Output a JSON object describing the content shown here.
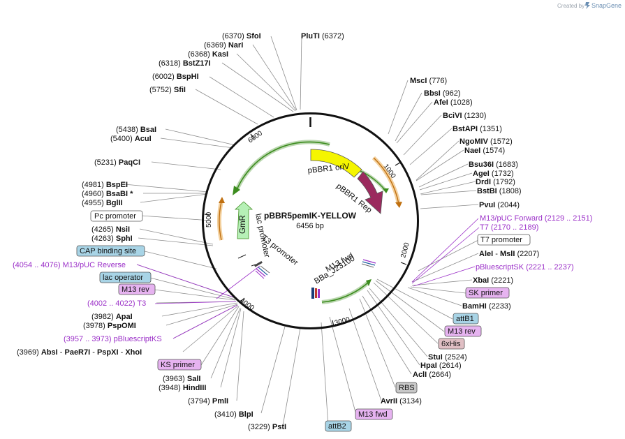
{
  "header": {
    "created_by": "Created by",
    "brand": "SnapGene"
  },
  "plasmid": {
    "name": "pBBR5pemIK-YELLOW",
    "size": "6456 bp"
  },
  "ring_ticks": [
    "1000",
    "2000",
    "3000",
    "4000",
    "5000",
    "6000"
  ],
  "left_labels": [
    {
      "pos": "(6370)",
      "name": "SfoI"
    },
    {
      "pos": "(6369)",
      "name": "NarI"
    },
    {
      "pos": "(6368)",
      "name": "KasI"
    },
    {
      "pos": "(6318)",
      "name": "BstZ17I"
    },
    {
      "pos": "(6002)",
      "name": "BspHI"
    },
    {
      "pos": "(5752)",
      "name": "SfiI"
    },
    {
      "pos": "(5438)",
      "name": "BsaI"
    },
    {
      "pos": "(5400)",
      "name": "AcuI"
    },
    {
      "pos": "(5231)",
      "name": "PaqCI"
    },
    {
      "pos": "(4981)",
      "name": "BspEI"
    },
    {
      "pos": "(4960)",
      "name": "BsaBI *"
    },
    {
      "pos": "(4955)",
      "name": "BglII"
    },
    {
      "pos": "(4265)",
      "name": "NsiI"
    },
    {
      "pos": "(4263)",
      "name": "SphI"
    },
    {
      "pos": "(3982)",
      "name": "ApaI"
    },
    {
      "pos": "(3978)",
      "name": "PspOMI"
    },
    {
      "pos": "(3963)",
      "name": "SalI"
    },
    {
      "pos": "(3948)",
      "name": "HindIII"
    },
    {
      "pos": "(3794)",
      "name": "PmlI"
    },
    {
      "pos": "(3410)",
      "name": "BlpI"
    },
    {
      "pos": "(3229)",
      "name": "PstI"
    }
  ],
  "top_label": {
    "name": "PluTI",
    "pos": "(6372)"
  },
  "multi_label": {
    "pos": "(3969)",
    "names": [
      "AbsI",
      "PaeR7I",
      "PspXI",
      "XhoI"
    ]
  },
  "right_labels": [
    {
      "name": "MscI",
      "pos": "(776)"
    },
    {
      "name": "BbsI",
      "pos": "(962)"
    },
    {
      "name": "AfeI",
      "pos": "(1028)"
    },
    {
      "name": "BciVI",
      "pos": "(1230)"
    },
    {
      "name": "BstAPI",
      "pos": "(1351)"
    },
    {
      "name": "NgoMIV",
      "pos": "(1572)"
    },
    {
      "name": "NaeI",
      "pos": "(1574)"
    },
    {
      "name": "Bsu36I",
      "pos": "(1683)"
    },
    {
      "name": "AgeI",
      "pos": "(1732)"
    },
    {
      "name": "DrdI",
      "pos": "(1792)"
    },
    {
      "name": "BstBI",
      "pos": "(1808)"
    },
    {
      "name": "PvuI",
      "pos": "(2044)"
    },
    {
      "name": "XbaI",
      "pos": "(2221)"
    },
    {
      "name": "BamHI",
      "pos": "(2233)"
    },
    {
      "name": "StuI",
      "pos": "(2524)"
    },
    {
      "name": "HpaI",
      "pos": "(2614)"
    },
    {
      "name": "AclI",
      "pos": "(2664)"
    },
    {
      "name": "AvrII",
      "pos": "(3134)"
    }
  ],
  "ale_msl": {
    "name1": "AleI",
    "sep": "-",
    "name2": "MslI",
    "pos": "(2207)"
  },
  "primer_labels": [
    {
      "name": "M13/pUC Forward",
      "range": "(2129 .. 2151)"
    },
    {
      "name": "T7",
      "range": "(2170 .. 2189)"
    },
    {
      "name": "pBluescriptSK",
      "range": "(2221 .. 2237)"
    },
    {
      "range": "(4054 .. 4076)",
      "name": "M13/pUC Reverse"
    },
    {
      "range": "(4002 .. 4022)",
      "name": "T3"
    },
    {
      "range": "(3957 .. 3973)",
      "name": "pBluescriptKS"
    }
  ],
  "boxes": [
    {
      "text": "Pc promoter",
      "fill": "#ffffff"
    },
    {
      "text": "CAP binding site",
      "fill": "#a8d4e6"
    },
    {
      "text": "lac operator",
      "fill": "#a8d4e6"
    },
    {
      "text": "M13 rev",
      "fill": "#e6b3f0"
    },
    {
      "text": "KS primer",
      "fill": "#e6b3f0"
    },
    {
      "text": "T7 promoter",
      "fill": "#ffffff"
    },
    {
      "text": "SK primer",
      "fill": "#e6b3f0"
    },
    {
      "text": "attB1",
      "fill": "#a8d4e6"
    },
    {
      "text": "M13 rev",
      "fill": "#e6b3f0"
    },
    {
      "text": "6xHis",
      "fill": "#e0bfc4"
    },
    {
      "text": "RBS",
      "fill": "#c8c8c8"
    },
    {
      "text": "M13 fwd",
      "fill": "#e6b3f0"
    },
    {
      "text": "attB2",
      "fill": "#a8d4e6"
    }
  ],
  "features": {
    "ori": "pBBR1 oriV",
    "rep": "pBBR1 Rep",
    "gmr": "GmR",
    "lac": "lac promoter",
    "t3": "T3 promoter",
    "m13fwd": "M13 fwd",
    "bba": "BBa_J23100"
  },
  "colors": {
    "ori": "#f5f500",
    "rep": "#9b2a5e",
    "gmr": "#b6f0b6",
    "arc_green": "#3c8c1e",
    "arc_orange": "#e8a23c",
    "primer": "#9b30c8",
    "ring": "#111111"
  }
}
